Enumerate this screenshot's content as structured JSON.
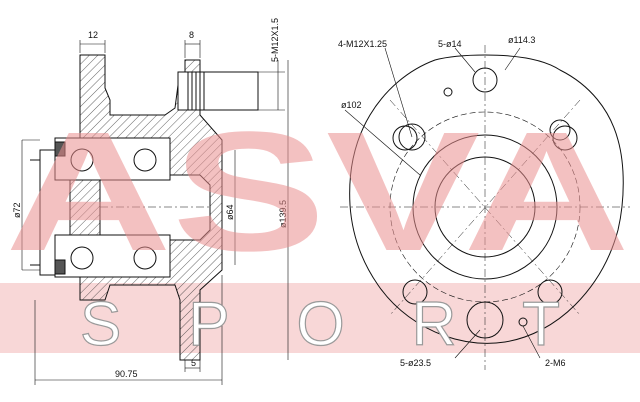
{
  "watermark": {
    "brand": "ASVA",
    "sub": "SPORT",
    "color": "#e98e8e"
  },
  "side_view": {
    "dims": {
      "top_left": "12",
      "top_right": "8",
      "stud_thread": "5-M12X1.5",
      "left_dia": "ø72",
      "hub_dia": "ø64",
      "pcd_outer": "ø139.5",
      "bottom_small": "5",
      "overall_width": "90.75"
    }
  },
  "front_view": {
    "labels": {
      "bolt_holes": "4-M12X1.25",
      "stud_holes": "5-ø14",
      "pcd": "ø114.3",
      "pilot": "ø102",
      "relief_holes": "5-ø23.5",
      "tapped_holes": "2-M6"
    }
  }
}
